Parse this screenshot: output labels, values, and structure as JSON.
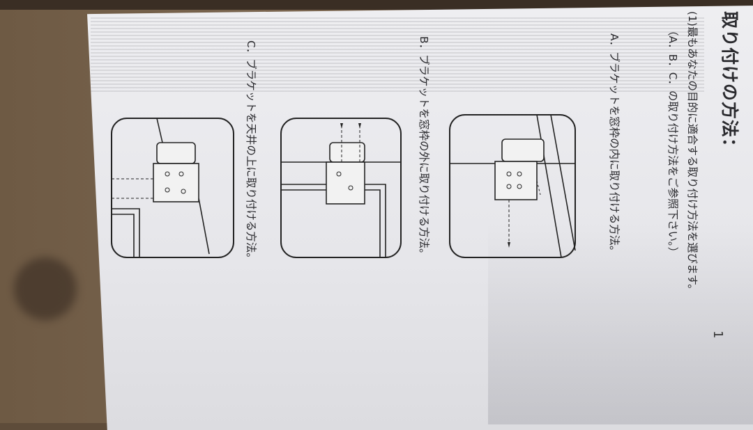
{
  "document": {
    "title": "取り付けの方法：",
    "instruction": "(1)最もあなたの目的に適合する取り付け方法を選びます。",
    "note": "（A．B．C．の取り付け方法をご参照下さい。）",
    "methods": [
      {
        "label": "A．ブラケットを窓枠の内に取り付ける方法。",
        "diagram": "bracket-inside-window-frame"
      },
      {
        "label": "B．ブラケットを窓枠の外に取り付ける方法。",
        "diagram": "bracket-outside-window-frame"
      },
      {
        "label": "C．ブラケットを天井の上に取り付ける方法。",
        "diagram": "bracket-on-ceiling"
      }
    ],
    "page_number": "1"
  }
}
